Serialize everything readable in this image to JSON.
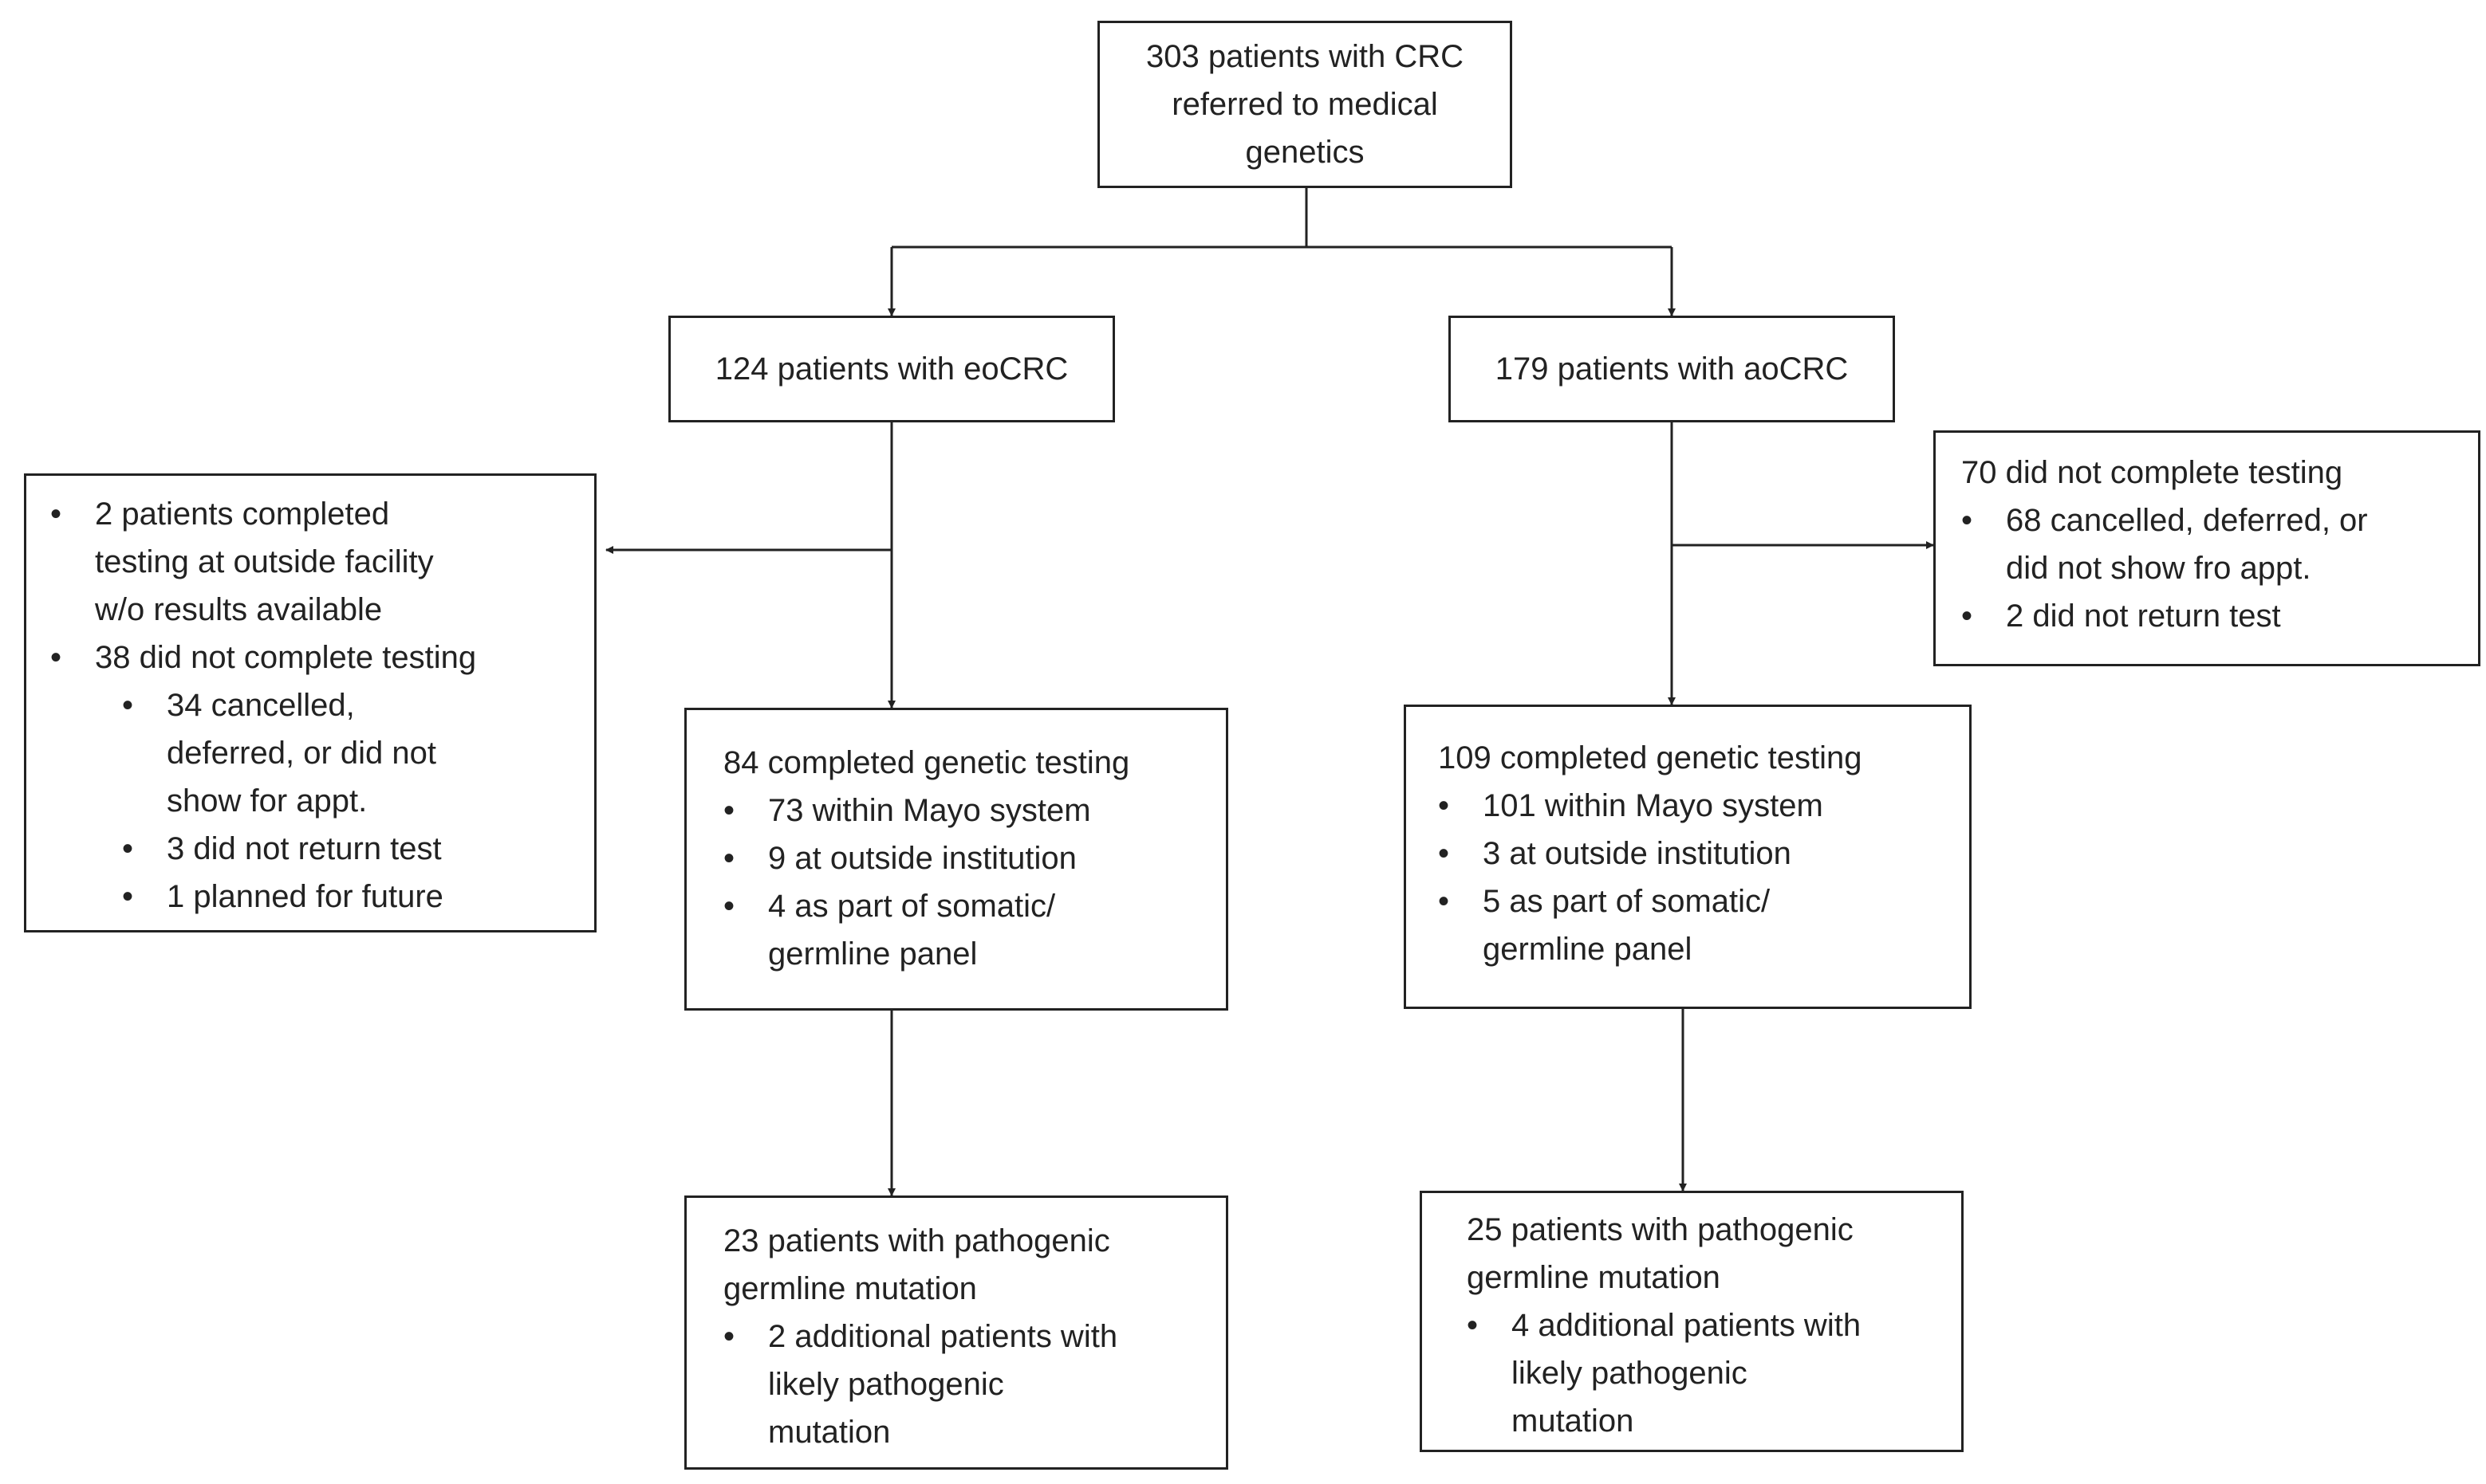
{
  "root": {
    "lines": [
      "303 patients with CRC",
      "referred to medical",
      "genetics"
    ]
  },
  "eocrc": {
    "label": "124 patients with eoCRC"
  },
  "aocrc": {
    "label": "179 patients with aoCRC"
  },
  "eo_excluded": {
    "lines": [
      "2 patients completed",
      "testing  at outside facility",
      "w/o results available",
      "38 did not complete testing",
      "34 cancelled,",
      "deferred, or did not",
      "show for appt.",
      "3 did not return test",
      "1 planned for future"
    ]
  },
  "ao_excluded": {
    "lines": [
      "70 did not complete testing",
      "68 cancelled, deferred, or",
      "did not show fro appt.",
      "2 did not return test"
    ]
  },
  "eo_tested": {
    "lines": [
      "84 completed genetic testing",
      "73 within Mayo system",
      "9 at outside institution",
      "4 as part of somatic/",
      "germline panel"
    ]
  },
  "ao_tested": {
    "lines": [
      "109 completed genetic testing",
      "101 within Mayo system",
      "3 at outside institution",
      "5 as part of somatic/",
      "germline panel"
    ]
  },
  "eo_result": {
    "lines": [
      "23 patients with pathogenic",
      "germline mutation",
      "2 additional patients with",
      "likely pathogenic",
      "mutation"
    ]
  },
  "ao_result": {
    "lines": [
      "25 patients with pathogenic",
      "germline mutation",
      "4 additional patients with",
      "likely pathogenic",
      "mutation"
    ]
  },
  "colors": {
    "line": "#222222",
    "text": "#222222",
    "background": "#ffffff"
  }
}
